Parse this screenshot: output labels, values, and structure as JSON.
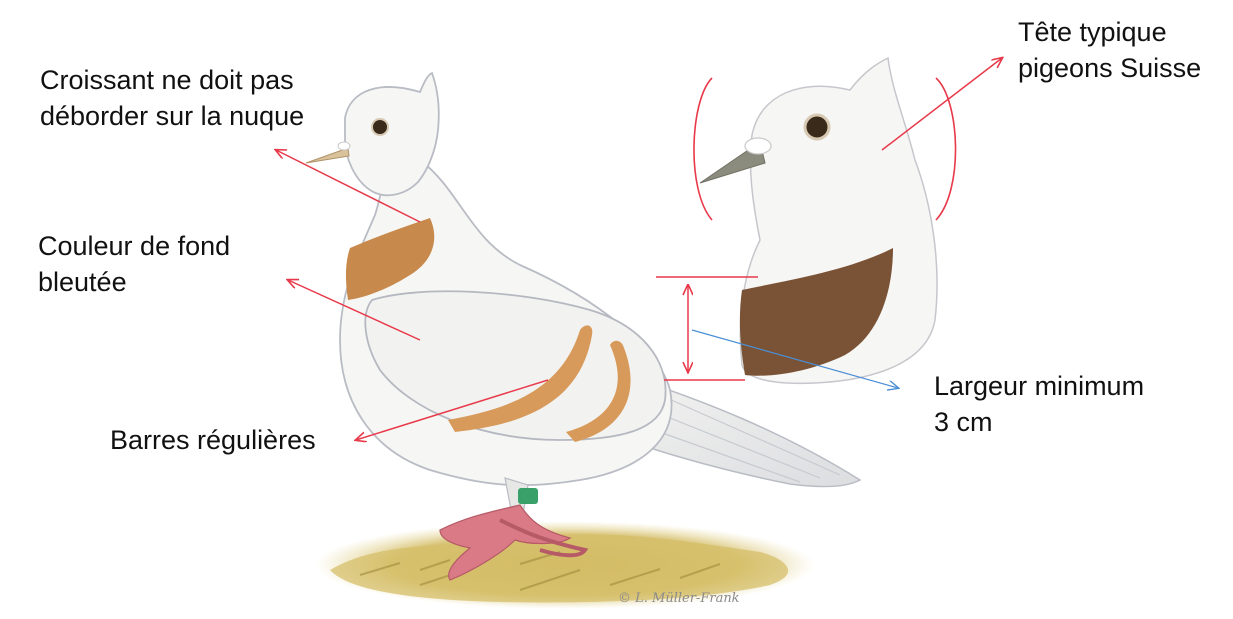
{
  "labels": {
    "crescent": {
      "line1": "Croissant ne doit pas",
      "line2": "déborder sur la nuque"
    },
    "ground_color": {
      "line1": "Couleur de fond",
      "line2": "bleutée"
    },
    "bars": {
      "line1": "Barres régulières"
    },
    "head": {
      "line1": "Tête typique",
      "line2": "pigeons Suisse"
    },
    "width": {
      "line1": "Largeur minimum",
      "line2": "3 cm"
    }
  },
  "signature": "© L. Müller-Frank",
  "colors": {
    "annotation_line": "#e8394a",
    "measure_arrow": "#4a8fd6",
    "crescent_body": "#c88a4c",
    "crescent_head": "#7a5236",
    "bar": "#d89a5a",
    "feather_white": "#f6f6f4",
    "outline": "#b9bcc4",
    "feet": "#d97a86",
    "ground": "#d8c070",
    "text": "#111111"
  }
}
